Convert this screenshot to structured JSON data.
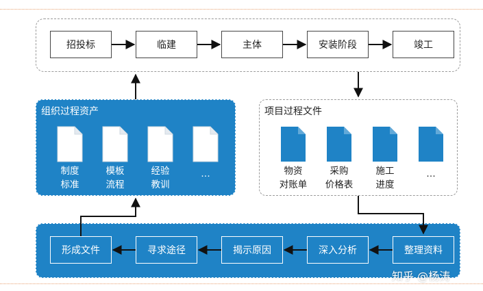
{
  "stages": [
    "招投标",
    "临建",
    "主体",
    "安装阶段",
    "竣工"
  ],
  "org_assets": {
    "title": "组织过程资产",
    "items": [
      {
        "line1": "制度",
        "line2": "标准"
      },
      {
        "line1": "模板",
        "line2": "流程"
      },
      {
        "line1": "经验",
        "line2": "教训"
      },
      {
        "line1": "…",
        "line2": ""
      }
    ]
  },
  "project_files": {
    "title": "项目过程文件",
    "items": [
      {
        "line1": "物资",
        "line2": "对账单"
      },
      {
        "line1": "采购",
        "line2": "价格表"
      },
      {
        "line1": "施工",
        "line2": "进度"
      },
      {
        "line1": "…",
        "line2": ""
      }
    ]
  },
  "process_steps": [
    "形成文件",
    "寻求途径",
    "揭示原因",
    "深入分析",
    "整理资料"
  ],
  "watermark": "知乎 @杨涛",
  "colors": {
    "panel_blue": "#1f83c6",
    "doc_blue": "#1f83c6",
    "rule": "#e8a070"
  }
}
